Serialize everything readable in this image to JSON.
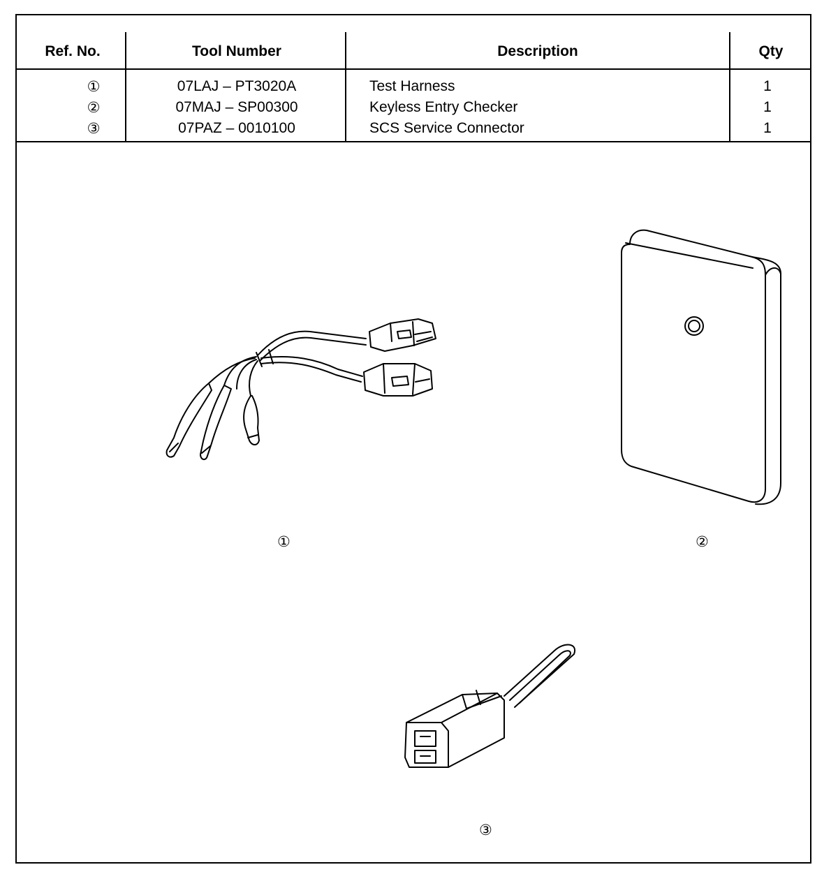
{
  "table": {
    "headers": {
      "ref": "Ref. No.",
      "tool": "Tool Number",
      "desc": "Description",
      "qty": "Qty"
    },
    "rows": [
      {
        "ref": "①",
        "tool": "07LAJ – PT3020A",
        "desc": "Test Harness",
        "qty": "1"
      },
      {
        "ref": "②",
        "tool": "07MAJ – SP00300",
        "desc": "Keyless Entry Checker",
        "qty": "1"
      },
      {
        "ref": "③",
        "tool": "07PAZ – 0010100",
        "desc": "SCS Service Connector",
        "qty": "1"
      }
    ]
  },
  "figures": {
    "harness_label": "①",
    "checker_label": "②",
    "connector_label": "③"
  }
}
